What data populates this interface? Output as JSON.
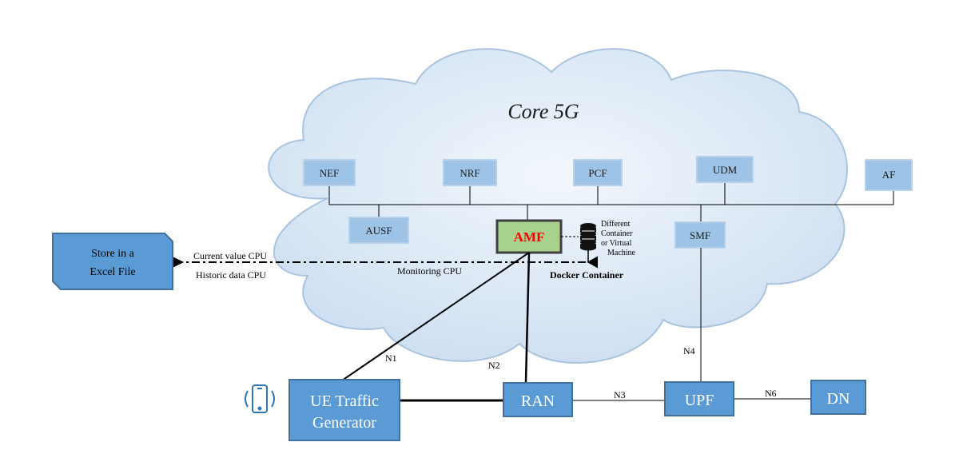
{
  "cloud": {
    "title": "Core 5G"
  },
  "network_functions": {
    "nef": "NEF",
    "nrf": "NRF",
    "pcf": "PCF",
    "udm": "UDM",
    "af": "AF",
    "ausf": "AUSF",
    "smf": "SMF",
    "amf": "AMF"
  },
  "container": {
    "line1": "Different",
    "line2": "Container",
    "line3": "or  Virtual",
    "line4": "Machine",
    "docker": "Docker Container"
  },
  "monitoring": {
    "label": "Monitoring CPU",
    "current": "Current value CPU",
    "historic": "Historic data CPU"
  },
  "store": {
    "line1": "Store in a",
    "line2": "Excel File"
  },
  "ran_side": {
    "ue_line1": "UE Traffic",
    "ue_line2": "Generator",
    "ran": "RAN",
    "upf": "UPF",
    "dn": "DN"
  },
  "interfaces": {
    "n1": "N1",
    "n2": "N2",
    "n3": "N3",
    "n4": "N4",
    "n6": "N6"
  },
  "colors": {
    "cloud_fill": "#dae7f5",
    "cloud_stroke": "#a9c4df",
    "nf_fill": "#9dc3e6",
    "box_fill": "#5b9bd5",
    "amf_fill": "#a9d18e",
    "amf_text": "#ff0000"
  },
  "icons": {
    "phone": "smartphone-icon",
    "database": "database-icon"
  }
}
